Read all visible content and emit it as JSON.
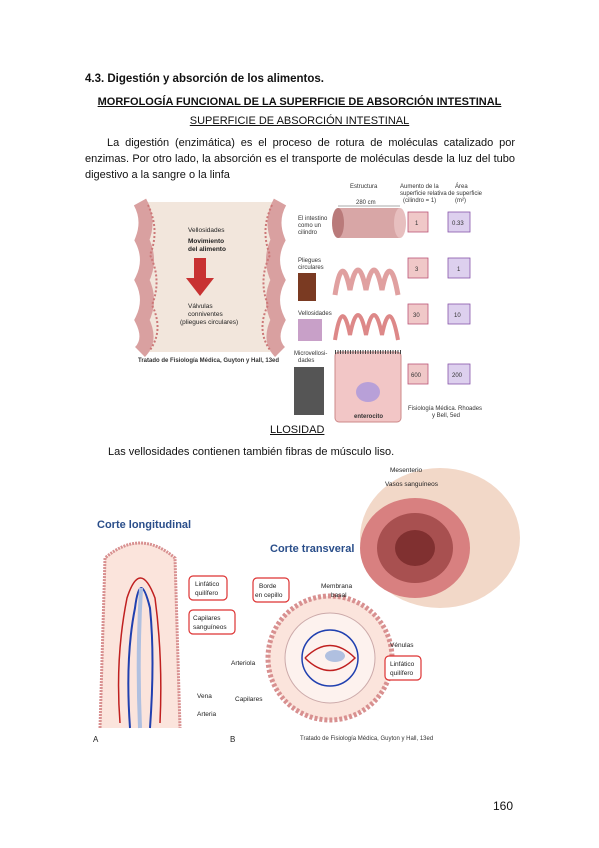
{
  "header": {
    "section": "4.3. Digestión y absorción de los alimentos.",
    "title": "MORFOLOGÍA FUNCIONAL DE LA SUPERFICIE DE ABSORCIÓN INTESTINAL",
    "subtitle": "SUPERFICIE DE ABSORCIÓN INTESTINAL"
  },
  "intro": "La digestión (enzimática) es el proceso de rotura de moléculas catalizado por enzimas. Por otro lado, la absorción es el transporte de moléculas desde la luz del tubo digestivo a la sangre o la linfa",
  "figure1": {
    "left": {
      "vellosidades": "Vellosidades",
      "movimiento_1": "Movimiento",
      "movimiento_2": "del alimento",
      "valvulas_1": "Válvulas",
      "valvulas_2": "conniventes",
      "valvulas_3": "(pliegues circulares)",
      "credit": "Tratado de Fisiología Médica, Guyton y Hall, 13ed"
    },
    "headers": {
      "estructura": "Estructura",
      "aumento_1": "Aumento de la",
      "aumento_2": "superficie relativa",
      "aumento_3": "(cilindro = 1)",
      "area_1": "Área",
      "area_2": "de superficie",
      "area_3": "(m²)"
    },
    "rows": [
      {
        "label_1": "El intestino",
        "label_2": "como un",
        "label_3": "cilindro",
        "increase": "1",
        "area": "0.33"
      },
      {
        "label_1": "Pliegues",
        "label_2": "circulares",
        "label_3": "",
        "increase": "3",
        "area": "1"
      },
      {
        "label_1": "Vellosidades",
        "label_2": "",
        "label_3": "",
        "increase": "30",
        "area": "10"
      },
      {
        "label_1": "Microvellosi-",
        "label_2": "dades",
        "label_3": "",
        "increase": "600",
        "area": "200"
      }
    ],
    "dim": "280 cm",
    "enterocito": "enterocito",
    "credit_1": "Fisiología Médica. Rhoades",
    "credit_2": "y Bell, 5ed"
  },
  "section2": {
    "heading": "LLOSIDAD",
    "text": "Las vellosidades contienen también fibras de músculo liso."
  },
  "figure2": {
    "mesenterio": "Mesenterio",
    "vasos": "Vasos sanguíneos",
    "corte_long": "Corte longitudinal",
    "corte_trans": "Corte transveral",
    "linfatico_1": "Linfático",
    "linfatico_2": "quilífero",
    "capilares_1": "Capilares",
    "capilares_2": "sanguíneos",
    "vena": "Vena",
    "arteria": "Arteria",
    "label_a": "A",
    "label_b": "B",
    "borde_1": "Borde",
    "borde_2": "en cepillo",
    "membrana_1": "Membrana",
    "membrana_2": "basal",
    "venulas": "Vénulas",
    "arteriola": "Arteriola",
    "capilares": "Capilares",
    "credit": "Tratado de Fisiología Médica, Guyton y Hall, 13ed"
  },
  "page_number": "160"
}
